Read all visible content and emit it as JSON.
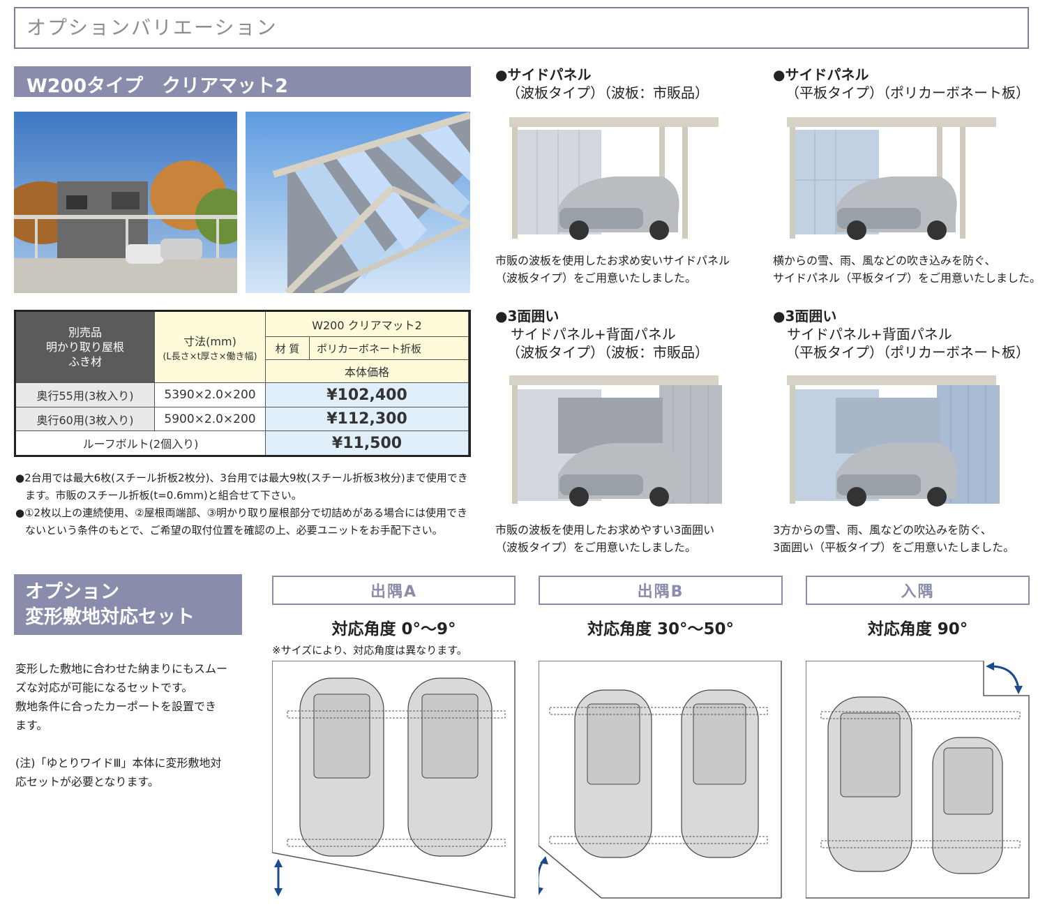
{
  "header": {
    "title": "オプションバリエーション"
  },
  "w200": {
    "title": "W200タイプ　クリアマット2",
    "table": {
      "col1_header": [
        "別売品",
        "明かり取り屋根",
        "ふき材"
      ],
      "col2_header_main": "寸法(mm)",
      "col2_header_sub": "(L長さ×t厚さ×働き幅)",
      "product_name": "W200 クリアマット2",
      "material_label": "材 質",
      "material_value": "ポリカーボネート折板",
      "price_header": "本体価格",
      "rows": [
        {
          "name": "奥行55用(3枚入り)",
          "size": "5390×2.0×200",
          "price": "¥102,400"
        },
        {
          "name": "奥行60用(3枚入り)",
          "size": "5900×2.0×200",
          "price": "¥112,300"
        }
      ],
      "bolt_row": {
        "name": "ルーフボルト(2個入り)",
        "price": "¥11,500"
      }
    },
    "notes": [
      "●2台用では最大6枚(スチール折板2枚分)、3台用では最大9枚(スチール折板3枚分)まで使用できます。市販のスチール折板(t=0.6mm)と組合せて下さい。",
      "●①2枚以上の連続使用、②屋根両端部、③明かり取り屋根部分で切詰めがある場合には使用できないという条件のもとで、ご希望の取付位置を確認の上、必要ユニットをお手配下さい。"
    ]
  },
  "panels": [
    {
      "title_bold": "●サイドパネル",
      "title_lines": [
        "（波板タイプ）（波板：市販品）"
      ],
      "desc": [
        "市販の波板を使用したお求め安いサイドパネル",
        "（波板タイプ）をご用意いたしました。"
      ]
    },
    {
      "title_bold": "●サイドパネル",
      "title_lines": [
        "（平板タイプ）（ポリカーボネート板）"
      ],
      "desc": [
        "横からの雪、雨、風などの吹き込みを防ぐ、",
        "サイドパネル（平板タイプ）をご用意いたしました。"
      ]
    },
    {
      "title_bold": "●3面囲い",
      "title_lines": [
        "サイドパネル+背面パネル",
        "（波板タイプ）（波板：市販品）"
      ],
      "desc": [
        "市販の波板を使用したお求めやすい3面囲い",
        "（波板タイプ）をご用意いたしました。"
      ]
    },
    {
      "title_bold": "●3面囲い",
      "title_lines": [
        "サイドパネル+背面パネル",
        "（平板タイプ）（ポリカーボネート板）"
      ],
      "desc": [
        "3方からの雪、雨、風などの吹込みを防ぐ、",
        "3面囲い（平板タイプ）をご用意いたしました。"
      ]
    }
  ],
  "option": {
    "title_lines": [
      "オプション",
      "変形敷地対応セット"
    ],
    "desc": [
      "変形した敷地に合わせた納まりにもスムー",
      "ズな対応が可能になるセットです。",
      "敷地条件に合ったカーポートを設置でき",
      "ます。"
    ],
    "note": [
      "(注)「ゆとりワイドⅢ」本体に変形敷地対",
      "応セットが必要となります。"
    ],
    "corners": [
      {
        "label": "出隅A",
        "angle": "対応角度 0°〜9°",
        "note": "※サイズにより、対応角度は異なります。"
      },
      {
        "label": "出隅B",
        "angle": "対応角度 30°〜50°",
        "note": ""
      },
      {
        "label": "入隅",
        "angle": "対応角度 90°",
        "note": ""
      }
    ]
  },
  "colors": {
    "accent": "#8a8cab",
    "header_border": "#7c7c9c",
    "price_bg": "#e1effa",
    "yellow_bg": "#fdfbd9"
  }
}
